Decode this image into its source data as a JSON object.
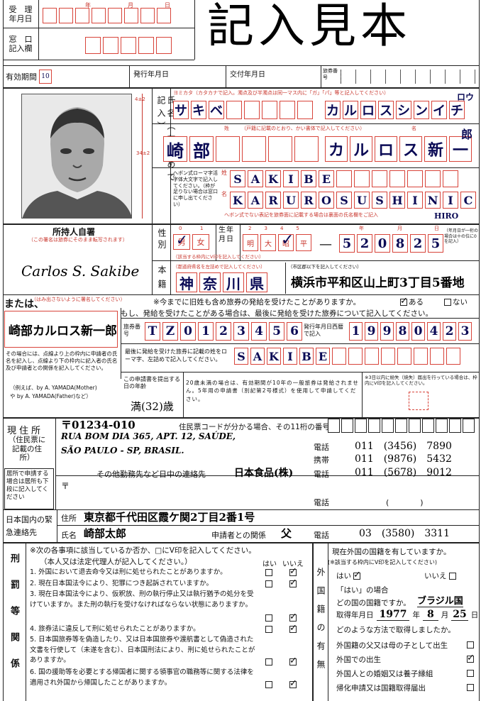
{
  "title": "記入見本",
  "reception": {
    "date_label_1": "受　理",
    "date_label_2": "年月日",
    "window_1": "窓　口",
    "window_2": "記入欄",
    "year": "年",
    "month": "月",
    "day": "日"
  },
  "validity": {
    "label": "有効期間",
    "mark": "10",
    "issue_date": "発行年月日",
    "delivery_date": "交付年月日",
    "passport_no": "旅券番号"
  },
  "name_section": {
    "label": "氏名（左詰めで記入）",
    "kana_note": "ヨミカタ（カタカナで記入。濁点及び半濁点は同一マス内に「ガ」「パ」等と記入してください）",
    "kana_family": [
      "サ",
      "キ",
      "ベ"
    ],
    "kana_given": [
      "カ",
      "ル",
      "ロ",
      "ス",
      "シ",
      "ン",
      "イ",
      "チ"
    ],
    "kana_extra": "ロウ",
    "kanji_note_family": "姓",
    "kanji_note_mid": "（戸籍に記載のとおり、かい書体で記入してください）",
    "kanji_note_given": "名",
    "kanji_family": [
      "崎",
      "部"
    ],
    "kanji_given": [
      "カ",
      "ル",
      "ロ",
      "ス",
      "新",
      "一"
    ],
    "kanji_extra": "郎",
    "roman_label": "ヘボン式ローマ字活字体大文字で記入してください。（枠が足りない場合は窓口に申し出てください）",
    "roman_family_label": "姓",
    "roman_family": [
      "S",
      "A",
      "K",
      "I",
      "B",
      "E"
    ],
    "roman_given_label": "名",
    "roman_given": [
      "K",
      "A",
      "R",
      "U",
      "R",
      "O",
      "S",
      "U",
      "S",
      "H",
      "I",
      "N",
      "I",
      "C"
    ],
    "roman_extra": "HIRO",
    "roman_note": "ヘボン式でない表記を旅券面に記載する場合は裏面の氏名欄をご記入"
  },
  "photo": {
    "size_top": "4±2",
    "size_side": "34±2"
  },
  "signature": {
    "header": "所持人自署",
    "sub": "（この署名は旅券にそのまま転写されます）",
    "value": "Carlos S. Sakibe",
    "or_label": "または、",
    "warning": "（はみ出さないように署名してください）",
    "alt_value": "崎部カルロス新一郎",
    "explain": "その場合には、点線より上の枠内に申請者の氏名を記入し、点線より下の枠内に記入者の氏名及び申請者との関係を記入してください。",
    "example_1": "（例えば、by A. YAMADA(Mother)",
    "example_2": "や by A. YAMADA(Father)など）"
  },
  "sex": {
    "label": "性別",
    "opt_m": "男",
    "opt_f": "女",
    "num_m": "0",
    "num_f": "1",
    "note": "（該当する枠内にV印を記入してください）"
  },
  "birth": {
    "label": "生年月日",
    "eras": [
      "明",
      "大",
      "昭",
      "平"
    ],
    "nums": [
      "2",
      "3",
      "4",
      "5"
    ],
    "digits": [
      "5",
      "2",
      "0",
      "8",
      "2",
      "5"
    ],
    "note": "（年月日が一桁の場合は十の位に0を記入）",
    "y": "年",
    "m": "月",
    "d": "日"
  },
  "domicile": {
    "label": "本籍",
    "note": "（都道府県名を左詰めで記入してください）",
    "pref": [
      "神",
      "奈",
      "川",
      "県"
    ],
    "city_note": "（市区郡以下を記入してください）",
    "city": "横浜市平和区山上町3丁目5番地"
  },
  "previous": {
    "q": "※今までに旧姓も含め旅券の発給を受けたことがありますか。",
    "yes": "ある",
    "no": "ない",
    "note": "もし、発給を受けたことがある場合は、最後に発給を受けた旅券について記入してください。",
    "pp_label": "旅券番号",
    "pp_no": [
      "T",
      "Z",
      "0",
      "1",
      "2",
      "3",
      "4",
      "5",
      "6"
    ],
    "issue_label": "発行年月日西暦で記入",
    "issue": [
      "1",
      "9",
      "9",
      "8",
      "0",
      "4",
      "2",
      "3"
    ],
    "surname_label": "最後に発給を受けた旅券に記載の姓をローマ字、左詰めで記入してください。",
    "surname": [
      "S",
      "A",
      "K",
      "I",
      "B",
      "E"
    ]
  },
  "age": {
    "label": "この申請書を提出する日の年齢",
    "value": "満(32)歳",
    "note": "20歳未満の場合は、有効期間が10年の一般旅券は発給されません。5年用の申請書（別記第2号様式）を使用して申請してください。",
    "lost_note": "※3日以内に紛失（焼失）届出を行っている場合は、枠内にV印を記入してください。"
  },
  "address": {
    "label": "現住所",
    "sub": "（住民票に記載の住所）",
    "side_note": "居所で申請する場合は居所も下段に記入してください",
    "zip": "〒01234-010",
    "line1": "RUA BOM DIA 365, APT. 12, SAÚDE,",
    "line2": "SÃO PAULO - SP, BRASIL.",
    "resident_code_note": "住民票コードが分かる場合、その11桁の番号",
    "phone_label": "電話",
    "phone": "011　(3456)　7890",
    "mobile_label": "携帯",
    "mobile": "011　(9876)　5432",
    "work_label": "その他勤務先など日中の連絡先",
    "work_name": "日本食品(株)",
    "work_phone_label": "電話",
    "work_phone": "011　(5678)　9012",
    "zip2": "〒",
    "phone2_label": "電話",
    "phone2": "(　　　　)"
  },
  "emergency": {
    "label": "日本国内の緊急連絡先",
    "addr_label": "住所",
    "addr": "東京都千代田区霞ケ関2丁目2番1号",
    "name_label": "氏名",
    "name": "崎部太郎",
    "rel_label": "申請者との関係",
    "rel": "父",
    "phone_label": "電話",
    "phone": "03　(3580)　3311"
  },
  "criminal": {
    "side": "刑罰等関係",
    "intro": "※次の各事項に該当しているか否か、□にV印を記入してください。",
    "intro2": "（本人又は法定代理人が記入してください。）",
    "yes": "はい",
    "no": "いいえ",
    "items": [
      "1. 外国において退去命令又は刑に処せられたことがありますか。",
      "2. 現在日本国法令により、犯罪につき起訴されていますか。",
      "3. 現在日本国法令により、仮釈放、刑の執行停止又は執行猶予の処分を受けていますか。また刑の執行を受けなければならない状態にありますか。",
      "4. 旅券法に違反して刑に処せられたことがありますか。",
      "5. 日本国旅券等を偽造したり、又は日本国旅券や渡航書として偽造された文書を行使して（未遂を含む）、日本国刑法により、刑に処せられたことがありますか。",
      "6. 国の援助等を必要とする帰国者に関する領事官の職務等に関する法律を適用され外国から帰国したことがありますか。"
    ]
  },
  "nationality": {
    "side": "外国籍の有無",
    "q": "現在外国の国籍を有していますか。",
    "note": "(※該当する枠内にV印を記入してください)",
    "yes": "はい",
    "no": "いいえ",
    "if_yes": "「はい」の場合",
    "which": "どの国の国籍ですか。",
    "country": "ブラジル国",
    "acq_label": "取得年月日",
    "acq_y": "1977",
    "acq_m": "8",
    "acq_d": "25",
    "y": "年",
    "m": "月",
    "d": "日",
    "how": "どのような方法で取得しましたか。",
    "opts": [
      "外国籍の父又は母の子として出生",
      "外国での出生",
      "外国人との婚姻又は養子縁組",
      "帰化申請又は国籍取得届出"
    ]
  }
}
